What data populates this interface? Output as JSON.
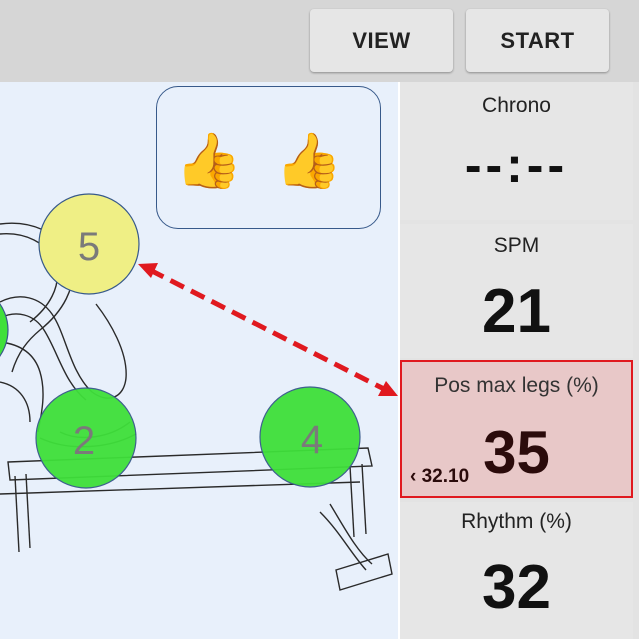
{
  "toolbar": {
    "view_label": "VIEW",
    "start_label": "START"
  },
  "indicator": {
    "thumb_left": "👍",
    "thumb_right": "👍"
  },
  "markers": {
    "m5": "5",
    "m2": "2",
    "m4": "4"
  },
  "stats": {
    "chrono": {
      "label": "Chrono",
      "value": "--:--"
    },
    "spm": {
      "label": "SPM",
      "value": "21"
    },
    "pos_max_legs": {
      "label": "Pos max legs (%)",
      "value": "35",
      "previous": "‹ 32.10",
      "highlight_color": "#e0191f"
    },
    "rhythm": {
      "label": "Rhythm (%)",
      "value": "32"
    }
  },
  "colors": {
    "marker_green": "#3fe03a",
    "marker_yellow": "#efef85",
    "arrow_red": "#e0191f"
  }
}
